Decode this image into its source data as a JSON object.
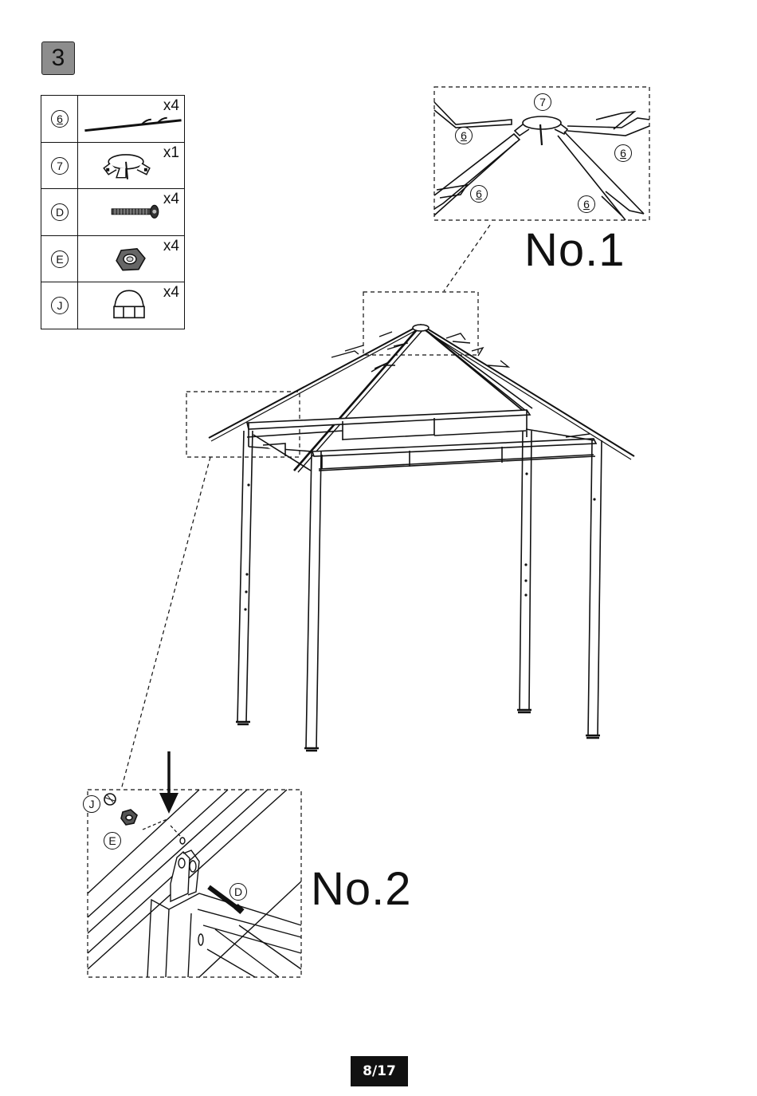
{
  "step": {
    "number": "3"
  },
  "parts": [
    {
      "id": "6",
      "qty": "x4",
      "icon": "roof-rod"
    },
    {
      "id": "7",
      "qty": "x1",
      "icon": "top-connector"
    },
    {
      "id": "D",
      "qty": "x4",
      "icon": "bolt"
    },
    {
      "id": "E",
      "qty": "x4",
      "icon": "hex-nut"
    },
    {
      "id": "J",
      "qty": "x4",
      "icon": "cap-nut"
    }
  ],
  "detail1": {
    "label": "No.1",
    "callouts": {
      "top": "7",
      "left_upper": "6",
      "right_upper": "6",
      "left_lower": "6",
      "right_lower": "6"
    }
  },
  "detail2": {
    "label": "No.2",
    "callouts": {
      "cap": "J",
      "nut": "E",
      "bolt": "D"
    }
  },
  "page": {
    "number": "8/17"
  }
}
